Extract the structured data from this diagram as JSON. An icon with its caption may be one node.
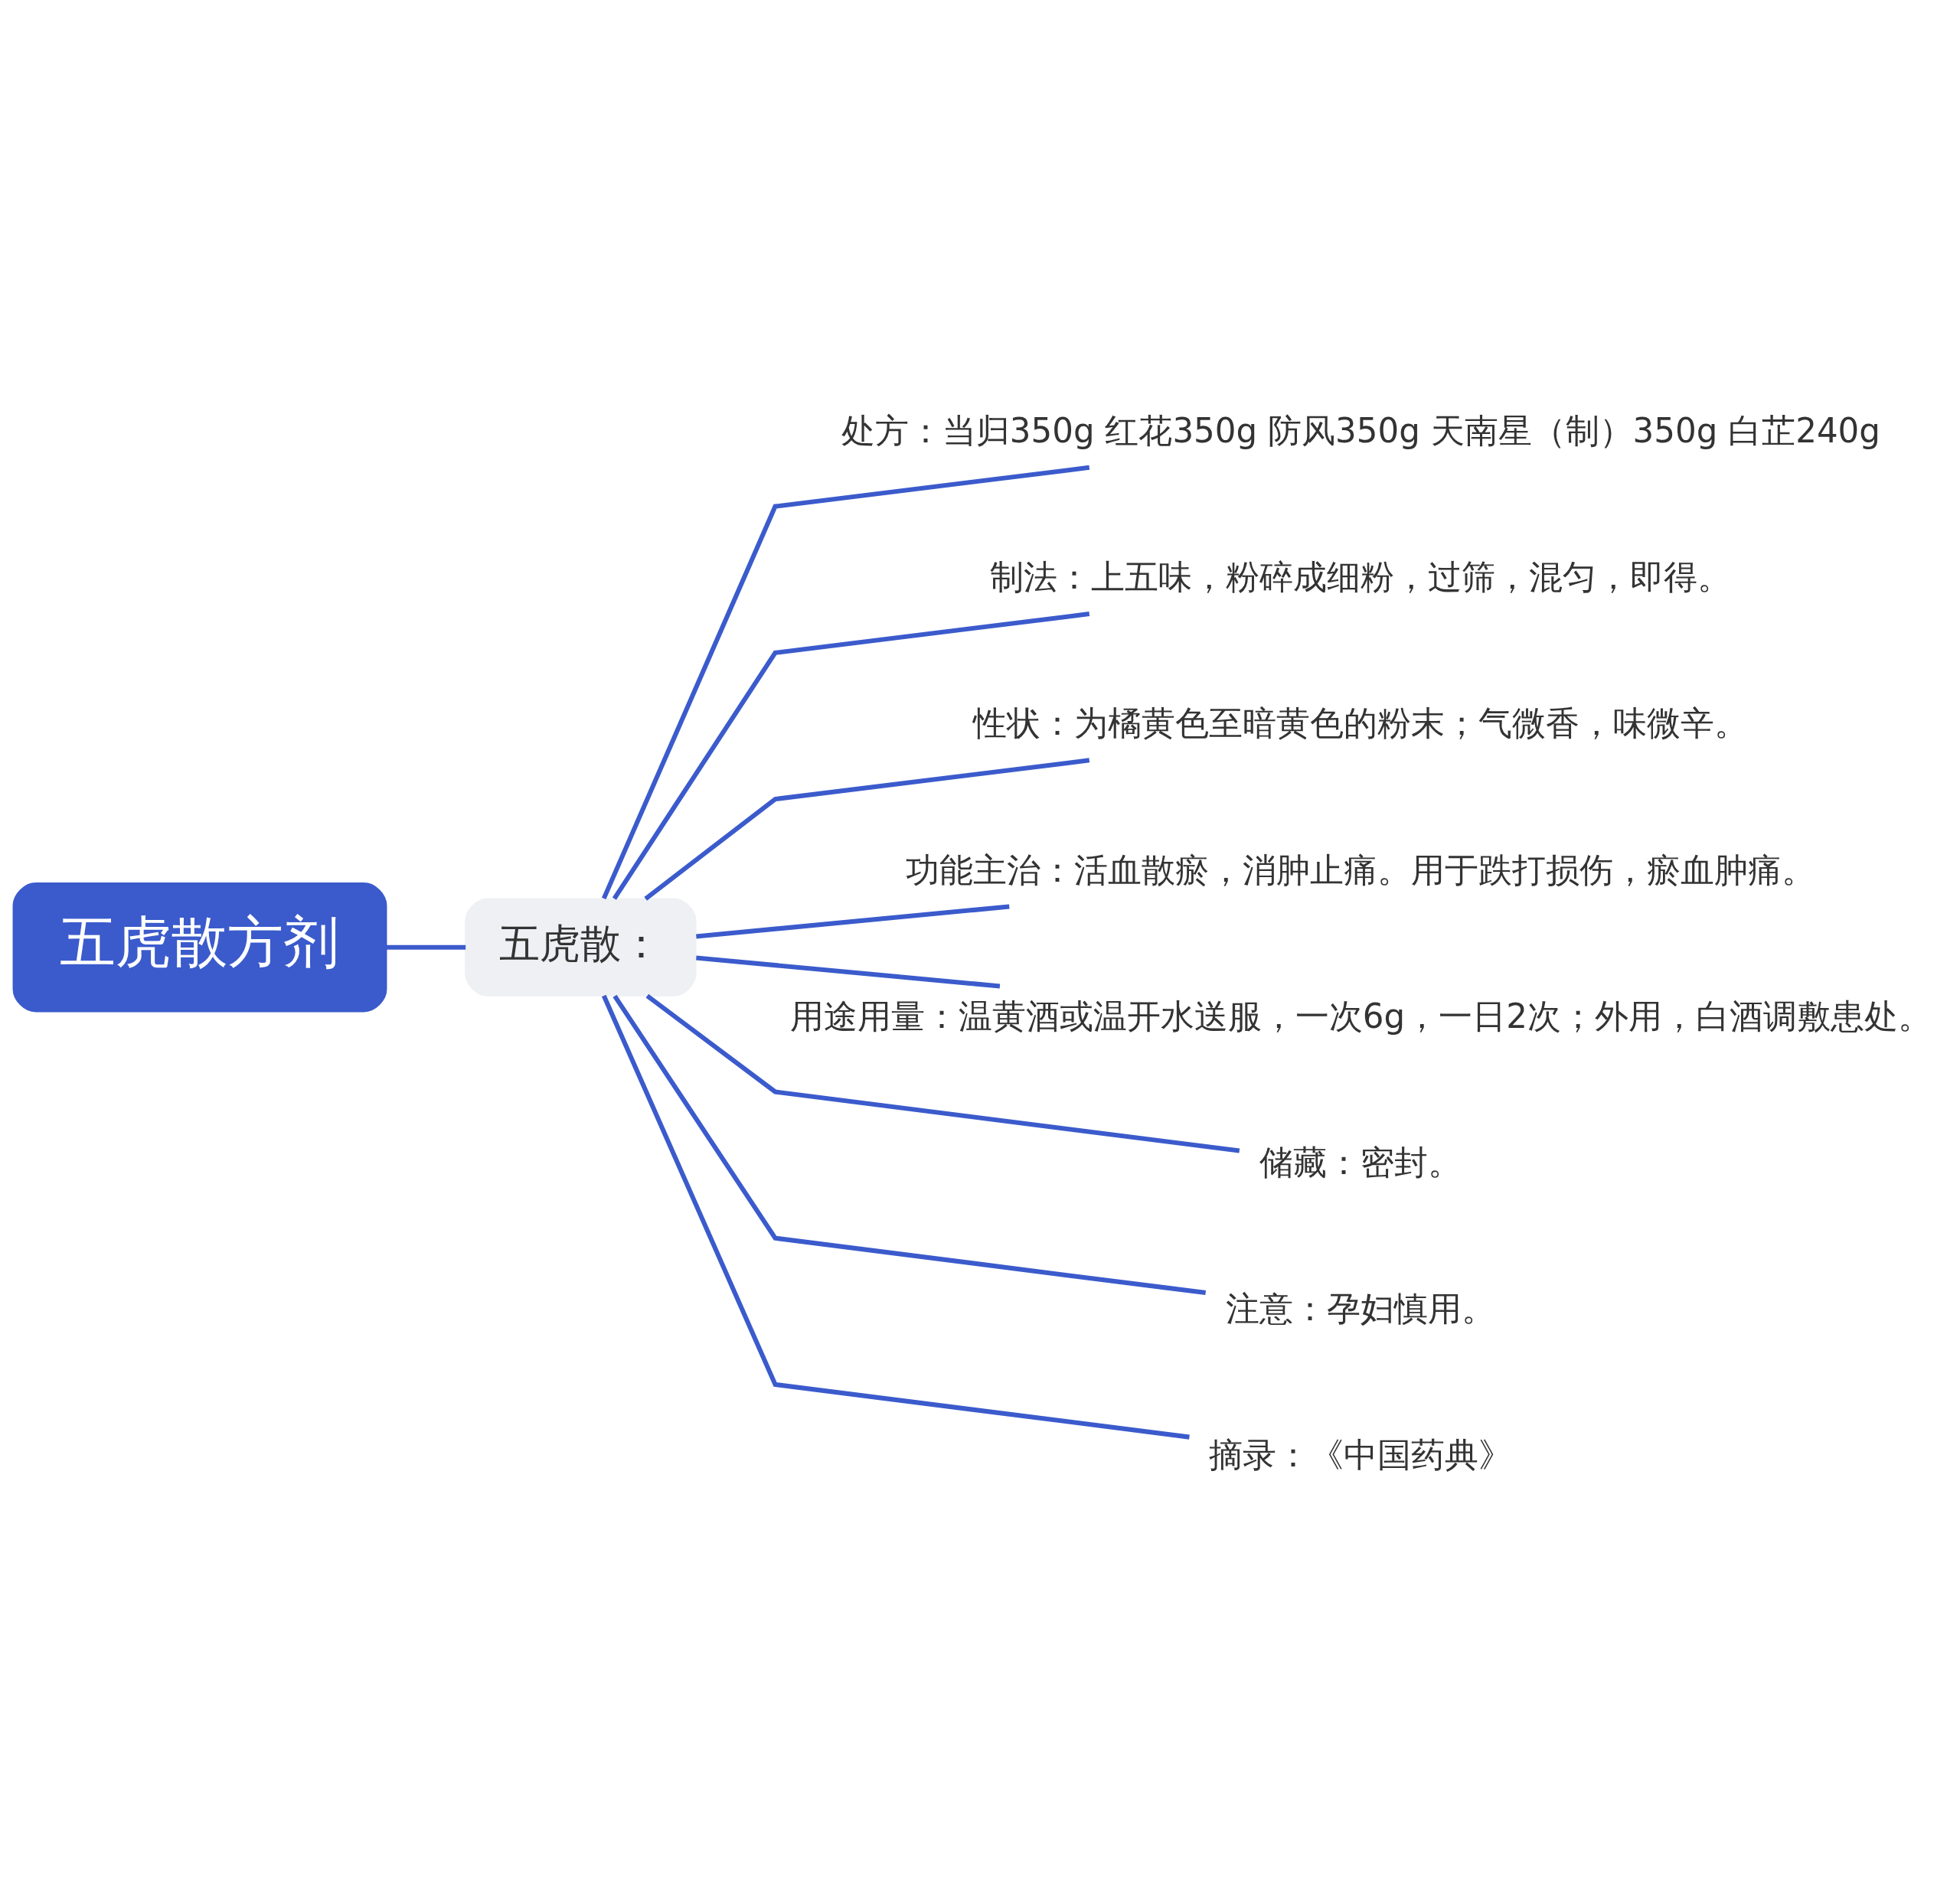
{
  "diagram": {
    "nodes": [
      {
        "text": [
          "五虎散方剂"
        ]
      },
      {
        "text": [
          "五虎散："
        ]
      },
      {
        "text": [
          "处方：当归350g 红花350g 防风350g 天南星（制）350g 白芷240g"
        ]
      },
      {
        "text": [
          "制法：上五味，粉碎成细粉，过筛，混匀，即得。"
        ]
      },
      {
        "text": [
          "性状：为橘黄色至暗黄色的粉末；气微香，味微辛。"
        ]
      },
      {
        "text": [
          "功能主治：活血散瘀，消肿止痛。用于跌打损伤，瘀血肿痛。"
        ]
      },
      {
        "text": [
          "用途用量：温黄酒或温开水送服，一次6g，一日2次；外用，白酒调敷患处。"
        ]
      },
      {
        "text": [
          "储藏：密封。"
        ]
      },
      {
        "text": [
          "注意：孕妇慎用。"
        ]
      },
      {
        "text": [
          "摘录：《中国药典》"
        ]
      }
    ],
    "edges": [
      {
        "from": 0,
        "to": 1,
        "arrow": "none"
      },
      {
        "from": 1,
        "to": 2,
        "arrow": "none"
      },
      {
        "from": 1,
        "to": 3,
        "arrow": "none"
      },
      {
        "from": 1,
        "to": 4,
        "arrow": "none"
      },
      {
        "from": 1,
        "to": 5,
        "arrow": "none"
      },
      {
        "from": 1,
        "to": 6,
        "arrow": "none"
      },
      {
        "from": 1,
        "to": 7,
        "arrow": "none"
      },
      {
        "from": 1,
        "to": 8,
        "arrow": "none"
      },
      {
        "from": 1,
        "to": 9,
        "arrow": "none"
      }
    ]
  }
}
